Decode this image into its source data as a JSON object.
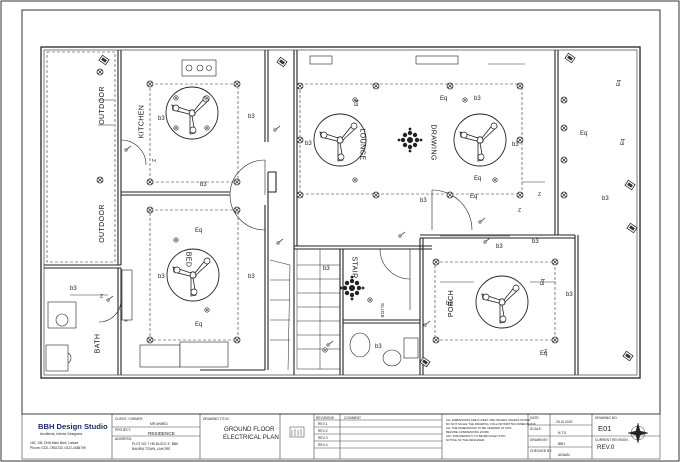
{
  "rooms": {
    "outdoor_top": "OUTDOOR",
    "outdoor_bottom": "OUTDOOR",
    "kitchen": "KITCHEN",
    "lounge": "LOUNGE",
    "drawing": "DRAWING",
    "bed": "BED",
    "stair": "STAIR",
    "porch": "PORCH",
    "bath": "BATH",
    "slide": "SLIDE"
  },
  "fixture_labels": {
    "eq": "Eq",
    "b3": "b3",
    "z": "Z"
  },
  "title_block": {
    "studio_name": "BBH Design Studio",
    "studio_tag": "Architects, Interior Designers",
    "studio_address": "182, 1/B, DHA Main Blvd, Lahore",
    "studio_phone": "Phone: 0321-7892233, 0322-4488799",
    "client_label": "CLIENT / OWNER:",
    "client_name": "MR AHMED",
    "project_label": "PROJECT:",
    "project_name": "RESIDENCE",
    "address_label": "ADDRESS:",
    "address_line1": "PLOT NO 7 HB BLOCK E, BBK",
    "address_line2": "BAHRIA TOWN, LAHORE",
    "drawing_label": "DRAWING TITLE:",
    "drawing_title_1": "GROUND FLOOR",
    "drawing_title_2": "ELECTRICAL PLAN",
    "rev_head": "REVISIONS",
    "comment_head": "COMMENT",
    "rev_rows": [
      "REV-1",
      "REV-2",
      "REV-3",
      "REV-4"
    ],
    "notes": [
      "ALL DIMENSIONS ARE IN FEET AND INCHES UNLESS NOTED",
      "DO NOT SCALE THE DRAWING, FOLLOW WRITTEN DIMENSIONS",
      "ALL THE DIMENSIONS TO BE VERIFIED AT SITE",
      "BEFORE COMMENCING WORK",
      "ANY DISCREPANCY TO BE BROUGHT INTO",
      "NOTICE OF THE DESIGNER"
    ],
    "date_label": "DATE:",
    "date_value": "25.10.2020",
    "scale_label": "SCALE:",
    "scale_value": "N.T.S",
    "drawn_label": "DRAWN BY:",
    "drawn_value": "BBH",
    "checked_label": "CHECKED BY:",
    "checked_value": "ADNAN",
    "drawing_no_label": "DRAWING NO:",
    "drawing_no": "E01",
    "current_rev_label": "CURRENT REVISION",
    "current_rev": "REV.0"
  }
}
